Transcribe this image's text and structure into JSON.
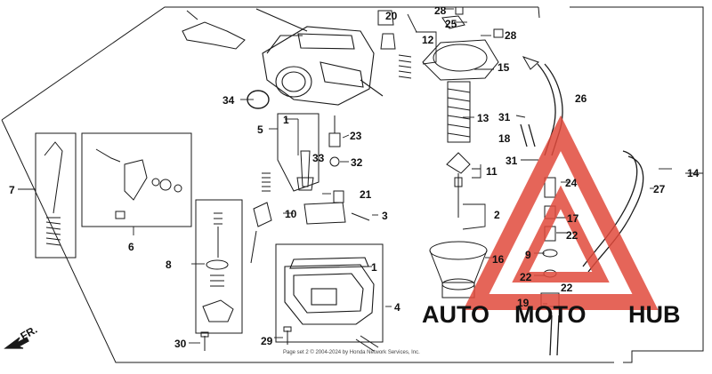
{
  "diagram": {
    "callouts": [
      "1",
      "2",
      "3",
      "4",
      "5",
      "6",
      "7",
      "8",
      "9",
      "10",
      "11",
      "12",
      "13",
      "14",
      "15",
      "16",
      "17",
      "18",
      "19",
      "20",
      "21",
      "22",
      "23",
      "24",
      "25",
      "26",
      "27",
      "28",
      "29",
      "30",
      "31",
      "32",
      "33",
      "34"
    ],
    "callouts_repeat": {
      "one_b": "1",
      "twentytwo_b": "22",
      "twentytwo_c": "22",
      "twentyeight_b": "28",
      "thirtyone_b": "31"
    },
    "direction_label": "FR.",
    "copyright": "Page set 2 © 2004-2024 by Honda Network Services, Inc."
  },
  "watermark": {
    "word1": "AUTO",
    "word2": "MOTO",
    "word3": "HUB",
    "colors": {
      "triangle": "#e14a3c",
      "auto": "#f3b32b",
      "moto": "#e14a3c",
      "hub": "#8a8a8a"
    }
  }
}
